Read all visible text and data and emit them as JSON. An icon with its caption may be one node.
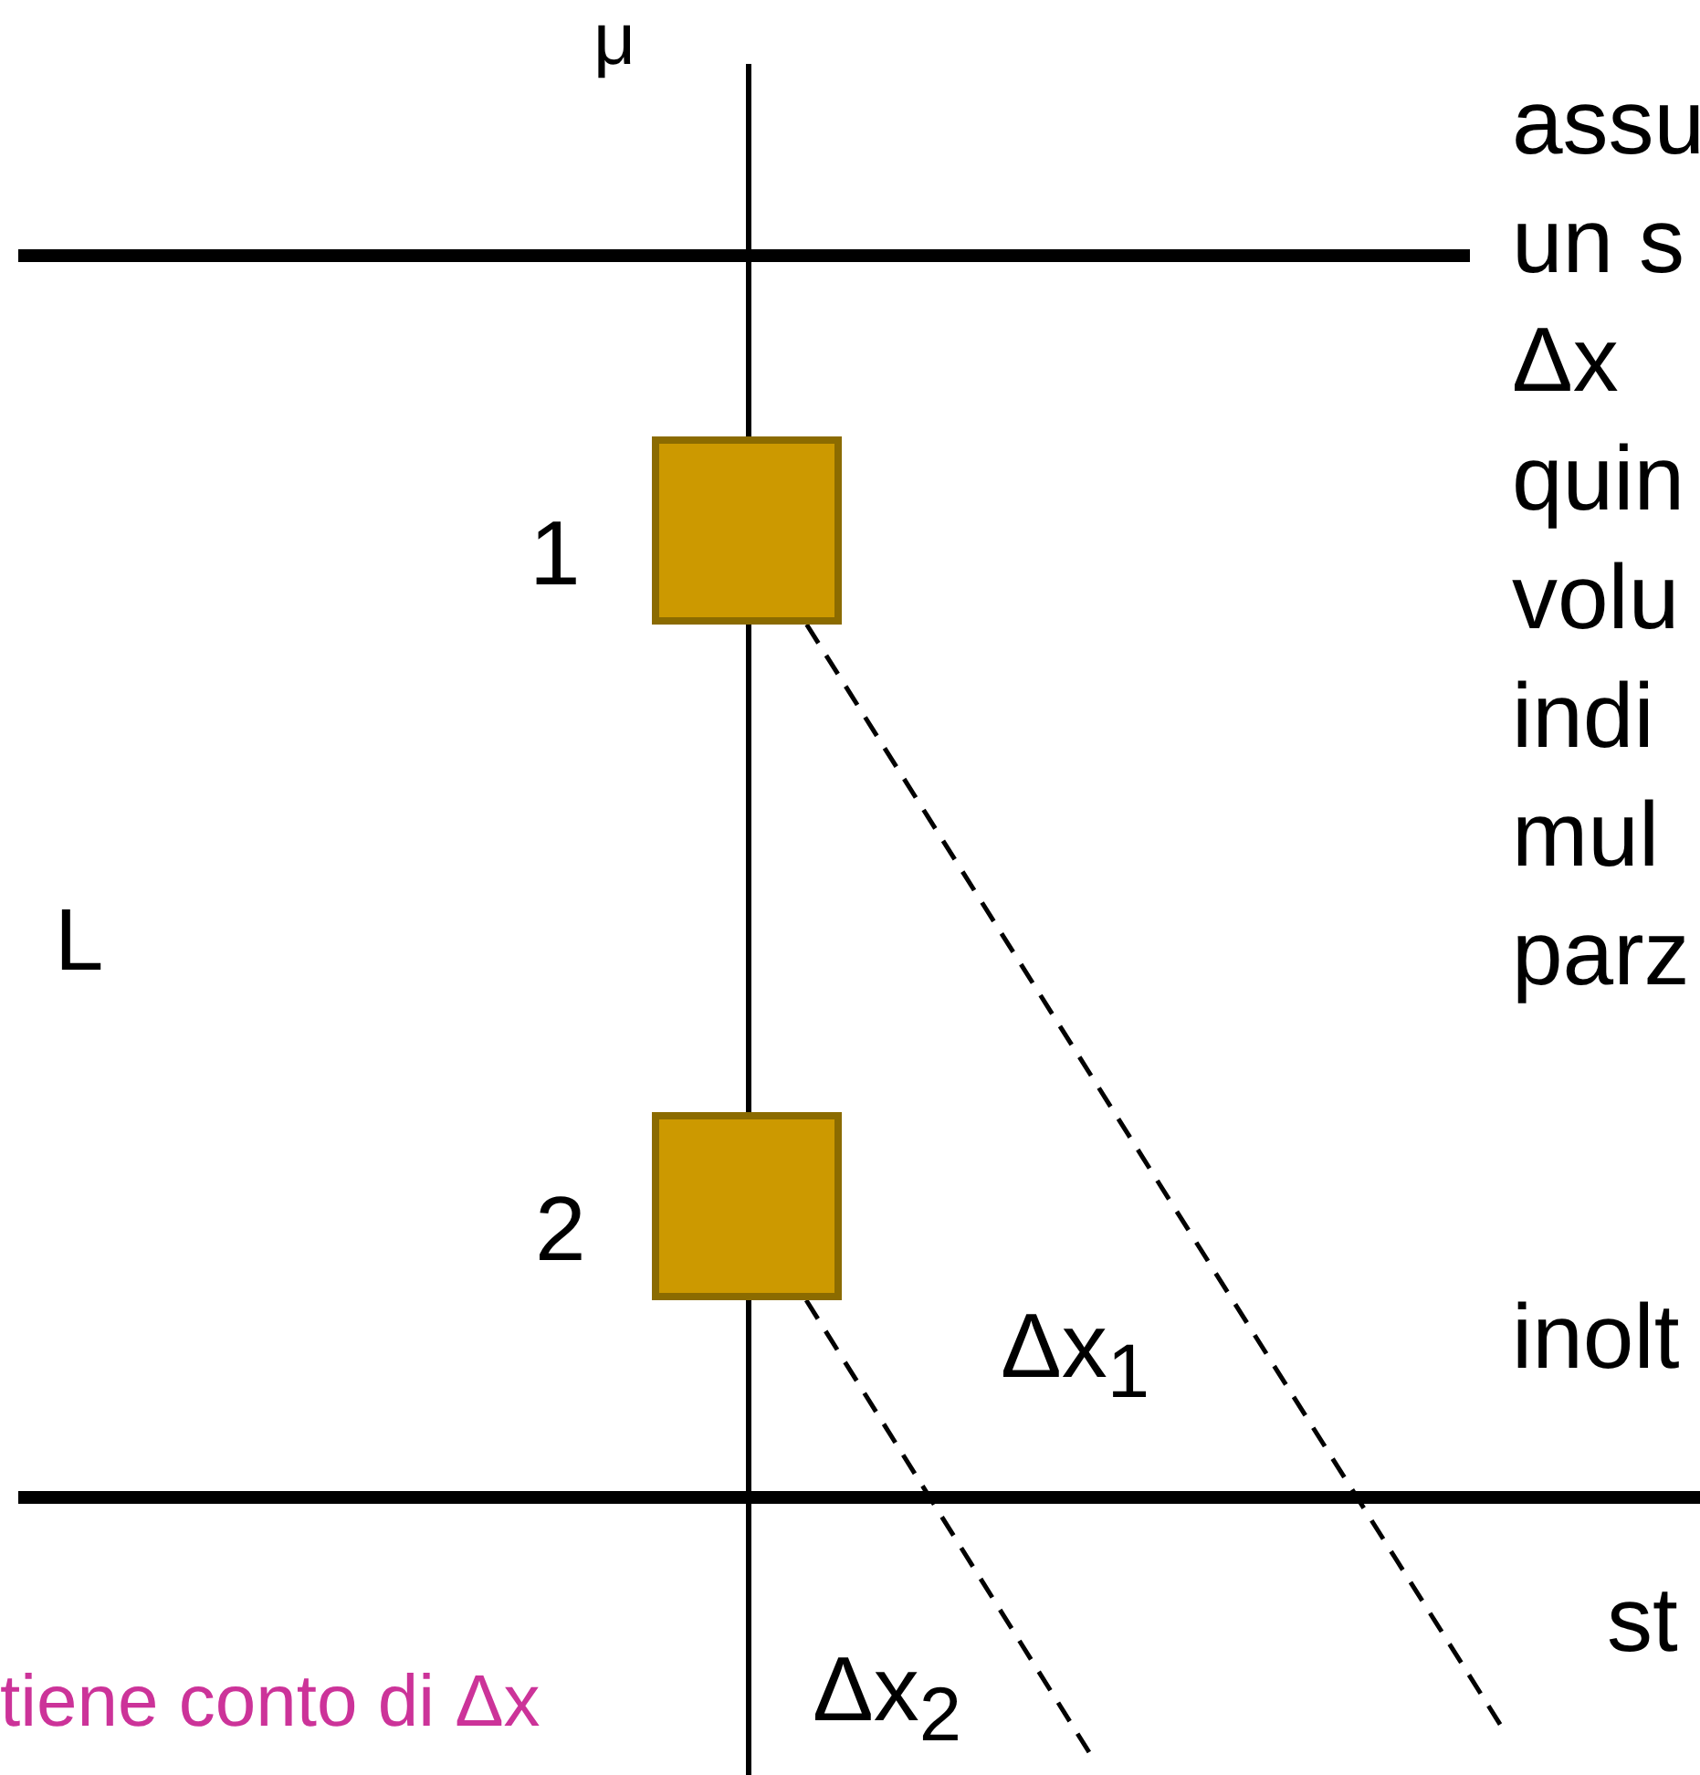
{
  "diagram": {
    "nodes": [
      {
        "text": [],
        "shape": "box",
        "beside": [
          "1"
        ]
      },
      {
        "text": [],
        "shape": "box",
        "beside": [
          "2"
        ]
      }
    ],
    "edges": [
      {
        "from": 0,
        "to": null,
        "arrow": "none",
        "style": "dashed",
        "label": "Δx$_{1}$"
      },
      {
        "from": 1,
        "to": null,
        "arrow": "none",
        "style": "dashed",
        "label": "Δx$_{2}$"
      }
    ],
    "labels": [
      "μ",
      "assu",
      "un s",
      "Δx",
      "quin",
      "volu",
      "indi",
      "mul",
      "parz",
      "L",
      "inolt",
      "st",
      "tiene conto di Δx"
    ]
  }
}
